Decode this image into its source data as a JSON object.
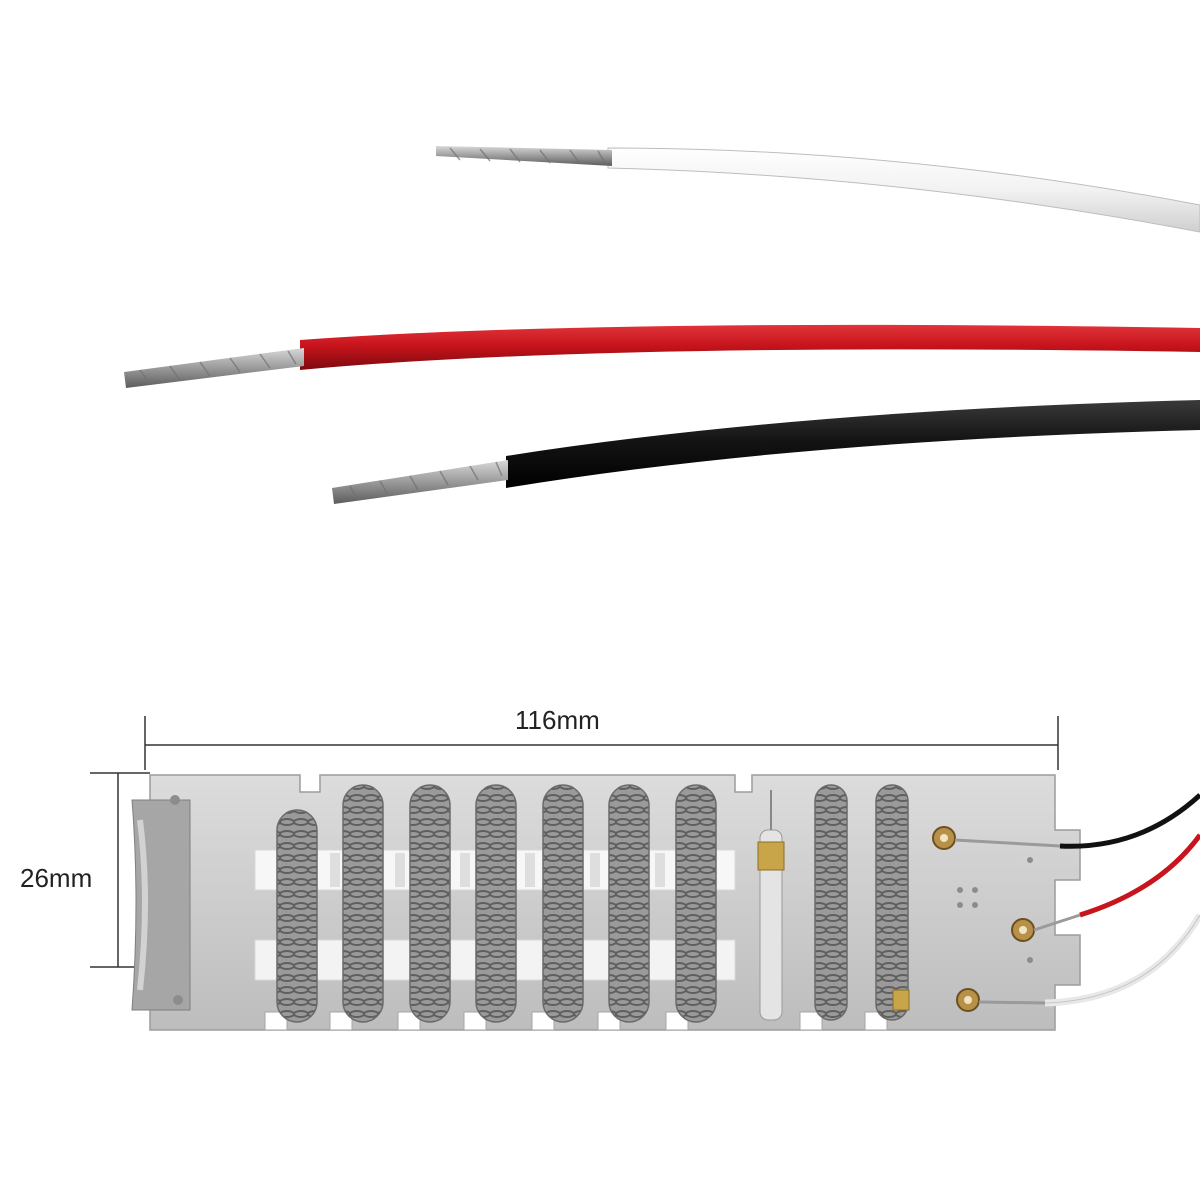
{
  "dimensions": {
    "length_label": "116mm",
    "height_label": "26mm"
  },
  "wires": [
    {
      "color_name": "white",
      "color": "#f4f4f4"
    },
    {
      "color_name": "red",
      "color": "#c8141c"
    },
    {
      "color_name": "black",
      "color": "#141414"
    }
  ],
  "element": {
    "large_coil_count": 7,
    "small_coil_count": 2,
    "terminal_count": 3,
    "metal_color": "#c9c9c9",
    "ceramic_color": "#f7f7f7"
  }
}
